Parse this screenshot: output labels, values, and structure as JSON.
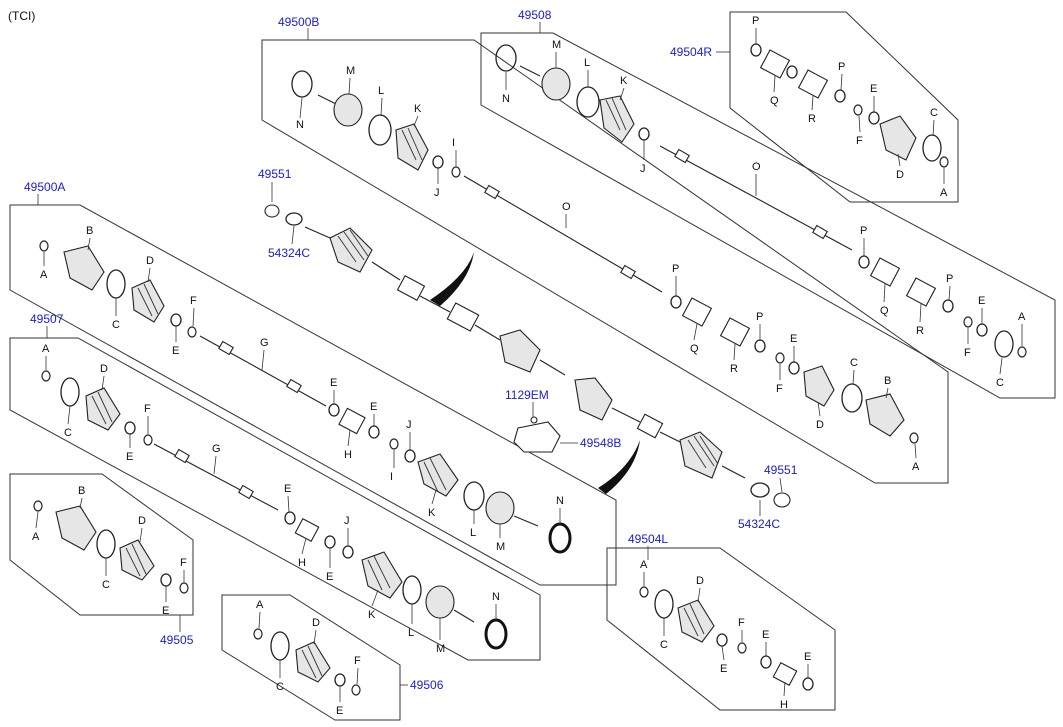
{
  "header": {
    "variant": "(TCI)"
  },
  "assemblies": {
    "a49500B": "49500B",
    "a49508": "49508",
    "a49504R": "49504R",
    "a49500A": "49500A",
    "a49507": "49507",
    "a49505": "49505",
    "a49506": "49506",
    "a49504L": "49504L"
  },
  "parts": {
    "p49551_top": "49551",
    "p54324C_top": "54324C",
    "p1129EM": "1129EM",
    "p49548B": "49548B",
    "p49551_bot": "49551",
    "p54324C_bot": "54324C"
  },
  "letters": {
    "A": "A",
    "B": "B",
    "C": "C",
    "D": "D",
    "E": "E",
    "F": "F",
    "G": "G",
    "H": "H",
    "I": "I",
    "J": "J",
    "K": "K",
    "L": "L",
    "M": "M",
    "N": "N",
    "O": "O",
    "P": "P",
    "Q": "Q",
    "R": "R"
  },
  "colors": {
    "part_number": "#1a1adb",
    "line": "#222222",
    "label": "#111111"
  }
}
